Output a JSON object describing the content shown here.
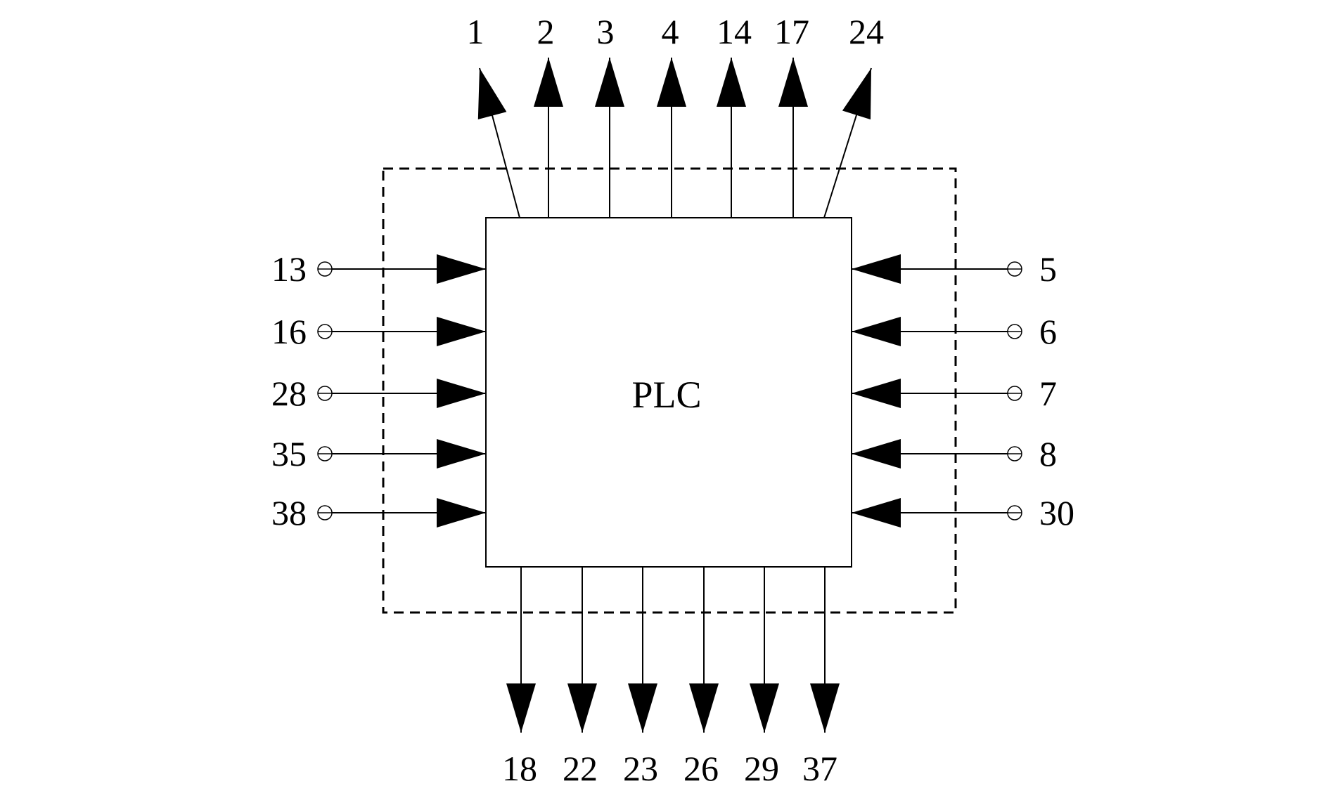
{
  "block": {
    "label": "PLC"
  },
  "top_outputs": [
    "1",
    "2",
    "3",
    "4",
    "14",
    "17",
    "24"
  ],
  "bottom_outputs": [
    "18",
    "22",
    "23",
    "26",
    "29",
    "37"
  ],
  "left_inputs": [
    "13",
    "16",
    "28",
    "35",
    "38"
  ],
  "right_inputs": [
    "5",
    "6",
    "7",
    "8",
    "30"
  ],
  "colors": {
    "line": "#000000",
    "background": "#ffffff"
  }
}
